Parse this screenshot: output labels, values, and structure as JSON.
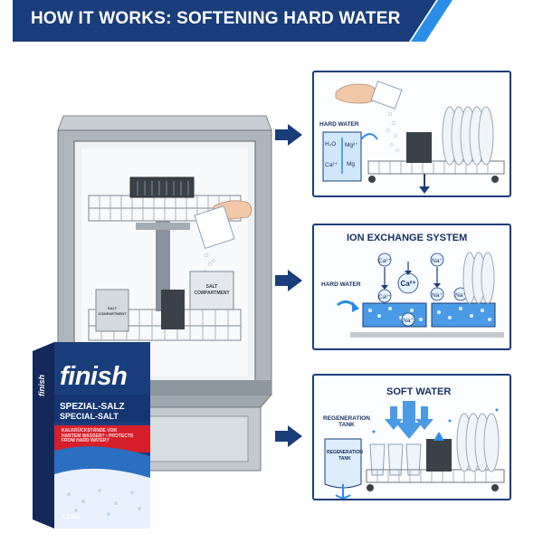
{
  "header": {
    "title": "HOW IT WORKS: SOFTENING HARD WATER"
  },
  "colors": {
    "navy": "#1a3d7c",
    "accent_blue": "#2b8ee6",
    "water": "#6fb4ee",
    "red": "#d71f2b",
    "steel": "#b9bfc6"
  },
  "dishwasher": {
    "salt_compartment_label": "SALT\nCOMPARTMENT",
    "salt_bin_label": "SALT\nCOMPARTMENT"
  },
  "panels": {
    "step1": {
      "hard_water_label": "HARD WATER",
      "ions": [
        "H₂O",
        "Mg²⁺",
        "Ca²⁺",
        "Mg"
      ]
    },
    "step2": {
      "title": "ION EXCHANGE SYSTEM",
      "hard_water_label": "HARD WATER",
      "ions": [
        "Ca²⁺",
        "Ca²⁺",
        "Na⁺",
        "Ca²⁺",
        "Na⁺",
        "Na⁺",
        "Na⁺"
      ]
    },
    "step3": {
      "title": "SOFT WATER",
      "regen_label": "REGENERATION\nTANK",
      "regen_inner_label": "REGENERATION\nTANK"
    }
  },
  "product": {
    "brand": "finish",
    "name_line1": "SPEZIAL-SALZ",
    "name_line2": "SPECIAL-SALT",
    "tagline": "KALKRÜCKSTÄNDE VOR HARTEM WASSER? • PROTECTS FROM HARD WATER?",
    "weight": "1,2 KG",
    "spine": "finish"
  },
  "icons": [
    "arrow-right-icon",
    "hand-icon",
    "salt-crystals-icon",
    "down-arrow-icon",
    "plate-rack-icon"
  ]
}
